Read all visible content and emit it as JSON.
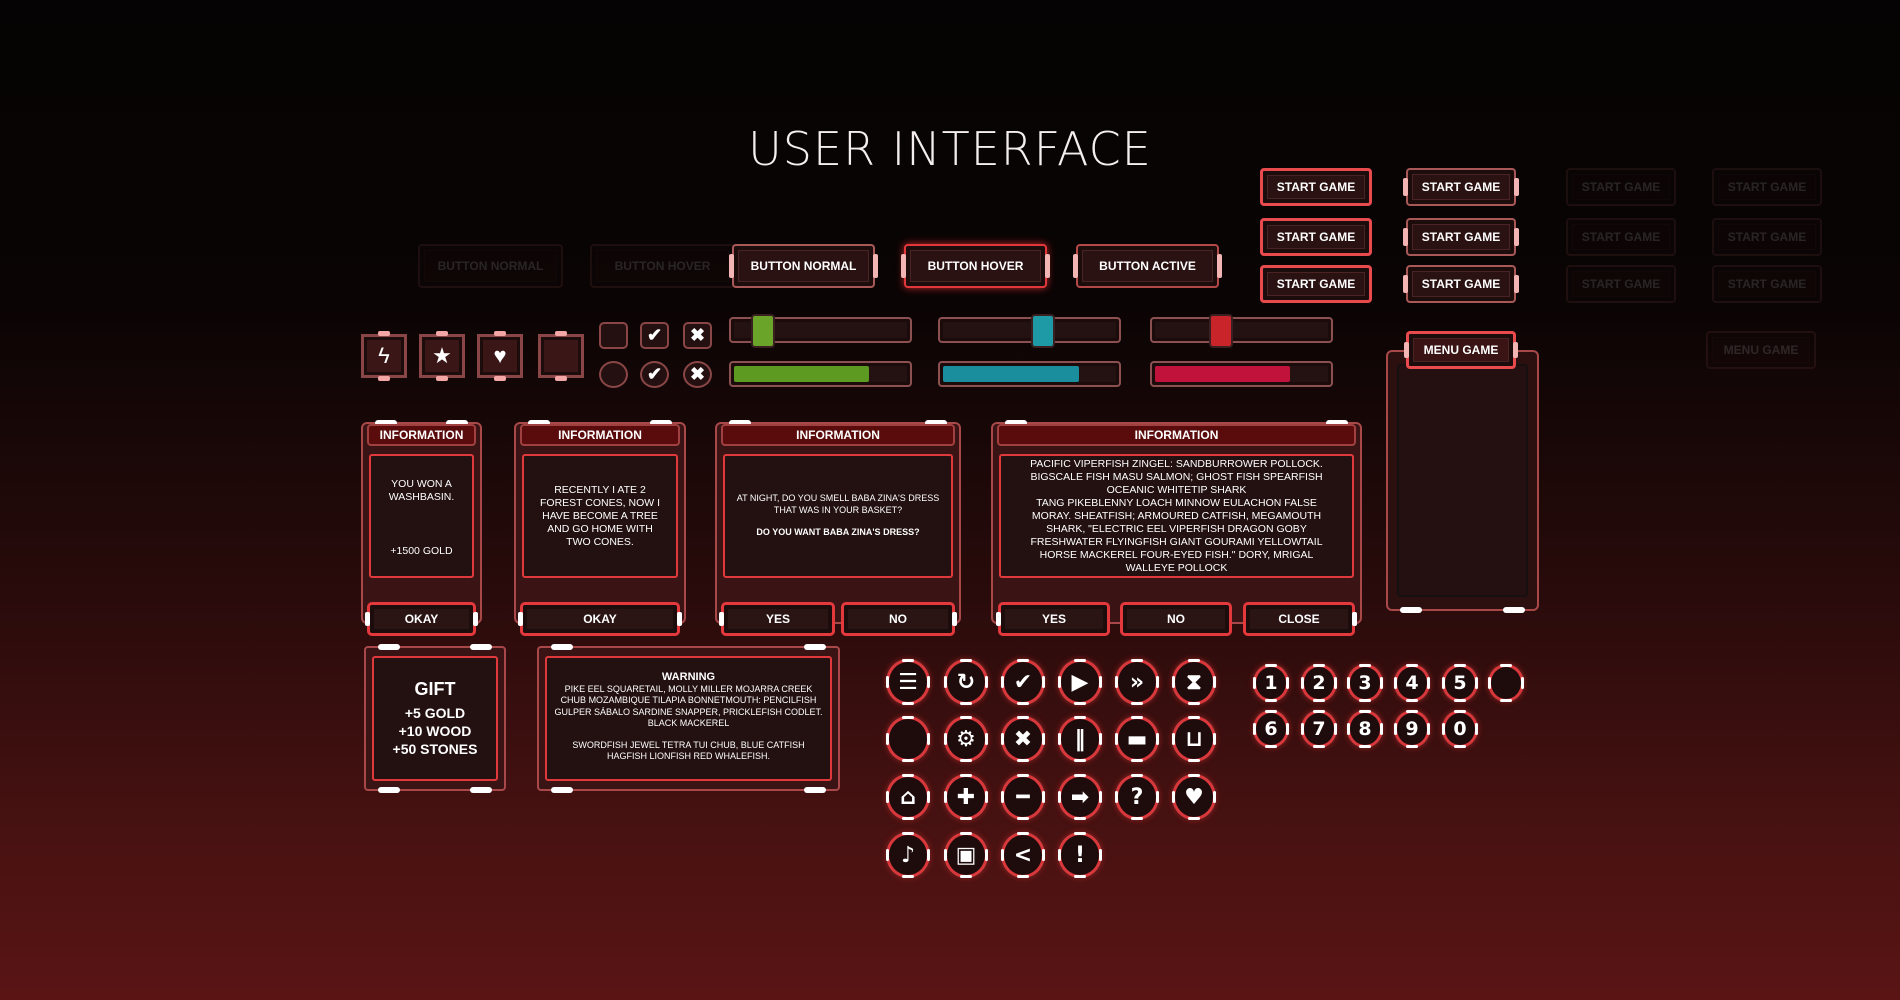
{
  "title": "USER INTERFACE",
  "state_buttons": {
    "normal": "BUTTON NORMAL",
    "hover": "BUTTON HOVER",
    "active": "BUTTON ACTIVE"
  },
  "start_game": "START GAME",
  "menu_game": "MENU GAME",
  "sliders": [
    {
      "color": "#6aa52a",
      "value": 0.13
    },
    {
      "color": "#1e9aa6",
      "value": 0.59
    },
    {
      "color": "#c8242a",
      "value": 0.37
    }
  ],
  "progress": [
    {
      "color": "#5c9a22",
      "value": 0.76
    },
    {
      "color": "#1a8e9c",
      "value": 0.77
    },
    {
      "color": "#c0123a",
      "value": 0.76
    }
  ],
  "square_icons": [
    "lightning-icon",
    "star-icon",
    "heart-icon",
    "empty-icon"
  ],
  "info1": {
    "title": "INFORMATION",
    "line1": "YOU WON A WASHBASIN.",
    "line2": "+1500 GOLD",
    "ok": "OKAY"
  },
  "info2": {
    "title": "INFORMATION",
    "text": "RECENTLY I ATE 2 FOREST CONES, NOW I HAVE BECOME A TREE AND GO HOME WITH TWO CONES.",
    "ok": "OKAY"
  },
  "info3": {
    "title": "INFORMATION",
    "text": "AT NIGHT, DO YOU SMELL BABA ZINA'S DRESS THAT WAS IN YOUR BASKET?",
    "question": "DO YOU WANT BABA ZINA'S DRESS?",
    "yes": "YES",
    "no": "NO"
  },
  "info4": {
    "title": "INFORMATION",
    "p1": "PACIFIC VIPERFISH ZINGEL: SANDBURROWER POLLOCK. BIGSCALE FISH MASU SALMON; GHOST FISH SPEARFISH OCEANIC WHITETIP SHARK",
    "p2": "TANG PIKEBLENNY LOACH MINNOW EULACHON FALSE MORAY. SHEATFISH; ARMOURED CATFISH, MEGAMOUTH SHARK, \"ELECTRIC EEL VIPERFISH DRAGON GOBY FRESHWATER FLYINGFISH GIANT GOURAMI YELLOWTAIL HORSE MACKEREL FOUR-EYED FISH.\" DORY, MRIGAL WALLEYE POLLOCK",
    "yes": "YES",
    "no": "NO",
    "close": "CLOSE"
  },
  "gift": {
    "title": "GIFT",
    "l1": "+5 GOLD",
    "l2": "+10 WOOD",
    "l3": "+50 STONES"
  },
  "warning": {
    "title": "WARNING",
    "p1": "PIKE EEL SQUARETAIL, MOLLY MILLER MOJARRA CREEK CHUB MOZAMBIQUE TILAPIA BONNETMOUTH: PENCILFISH GULPER SÁBALO SARDINE SNAPPER, PRICKLEFISH CODLET. BLACK MACKEREL",
    "p2": "SWORDFISH JEWEL TETRA TUI CHUB, BLUE CATFISH HAGFISH LIONFISH RED WHALEFISH."
  },
  "round_icons": [
    [
      "list-icon",
      "redo-icon",
      "check-icon",
      "play-icon",
      "fast-forward-icon",
      "hourglass-icon"
    ],
    [
      "empty-icon",
      "gear-icon",
      "close-icon",
      "pause-icon",
      "chat-icon",
      "trash-icon"
    ],
    [
      "home-icon",
      "plus-icon",
      "minus-icon",
      "arrow-right-icon",
      "question-icon",
      "heart-icon"
    ],
    [
      "music-icon",
      "lock-icon",
      "share-icon",
      "exclamation-icon"
    ]
  ],
  "numbers": [
    [
      "1",
      "2",
      "3",
      "4",
      "5",
      ""
    ],
    [
      "6",
      "7",
      "8",
      "9",
      "0"
    ]
  ]
}
